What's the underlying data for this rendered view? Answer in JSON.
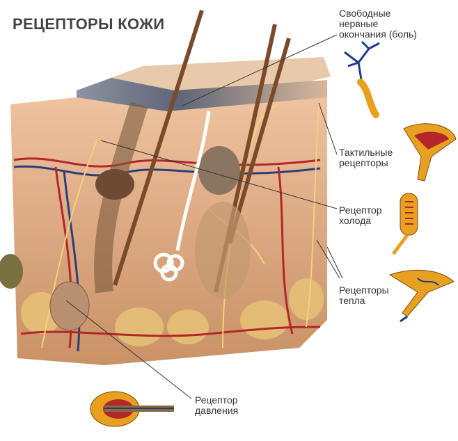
{
  "title": "РЕЦЕПТОРЫ КОЖИ",
  "labels": {
    "free_nerve": [
      "Свободные",
      "нервные",
      "окончания (боль)"
    ],
    "tactile": [
      "Тактильные",
      "рецепторы"
    ],
    "cold": [
      "Рецептор",
      "холода"
    ],
    "warm": [
      "Рецепторы",
      "тепла"
    ],
    "pressure": [
      "Рецептор",
      "давления"
    ]
  },
  "colors": {
    "skin": "#e5b48a",
    "epidermis": "#5a6070",
    "hair": "#7a4a2a",
    "vessel_red": "#b3262a",
    "vessel_blue": "#2a3f7a",
    "nerve": "#f3d27a",
    "receptor": "#e8a020"
  }
}
